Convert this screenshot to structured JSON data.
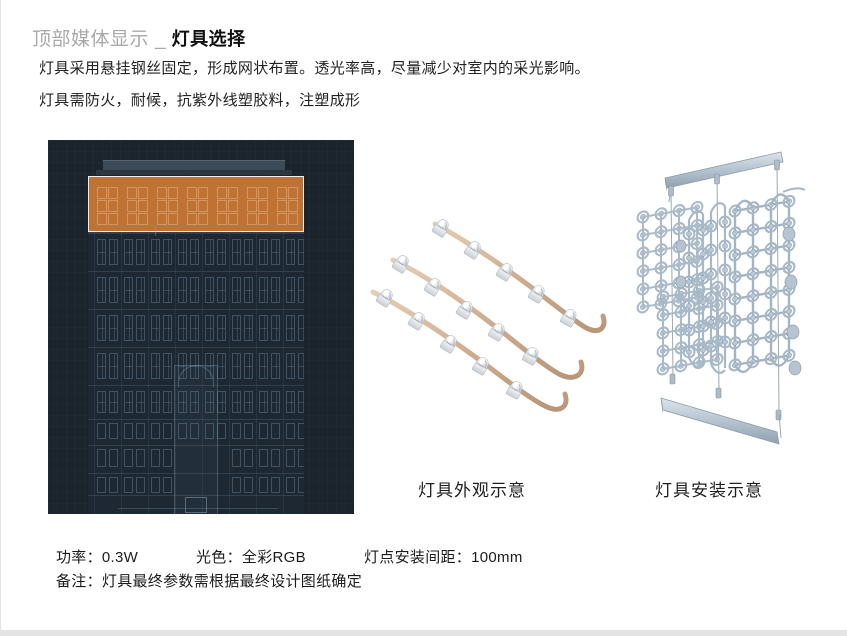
{
  "header": {
    "section_muted": "顶部媒体显示",
    "separator": "_",
    "section_title": "灯具选择"
  },
  "intro": {
    "line1": "灯具采用悬挂钢丝固定，形成网状布置。透光率高，尽量减少对室内的采光影响。",
    "line2": "灯具需防火，耐候，抗紫外线塑胶料，注塑成形"
  },
  "figures": {
    "elevation": {
      "name": "building-elevation-cad",
      "background_color": "#1b242d",
      "highlight_color": "#bf7231",
      "highlight_border_color": "#f2f2f2"
    },
    "led_photo": {
      "name": "led-point-light-string",
      "cable_color": "#d8bda4",
      "node_color": "#e9eaec"
    },
    "installation": {
      "name": "led-mesh-installation-3d",
      "metal_color": "#b6c4d0",
      "rail_color": "#c3d0da"
    }
  },
  "captions": {
    "left": "灯具外观示意",
    "right": "灯具安装示意"
  },
  "specs": {
    "power": "功率：0.3W",
    "color": "光色：全彩RGB",
    "spacing": "灯点安装间距：100mm",
    "note": "备注：灯具最终参数需根据最终设计图纸确定"
  }
}
